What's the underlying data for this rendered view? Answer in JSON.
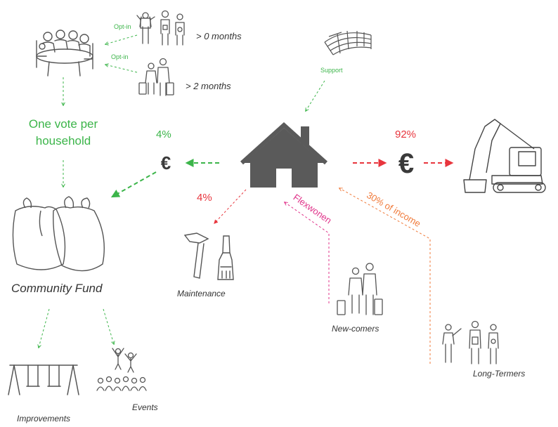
{
  "labels": {
    "opt_in_1": "Opt-in",
    "opt_in_2": "Opt-in",
    "months_0": "> 0 months",
    "months_2": "> 2 months",
    "support": "Support",
    "vote_line1": "One vote per",
    "vote_line2": "household",
    "pct_fund": "4%",
    "pct_maintenance": "4%",
    "pct_loan": "92%",
    "flexwonen": "Flexwonen",
    "income": "30% of income",
    "community_fund": "Community Fund",
    "maintenance": "Maintenance",
    "new_comers": "New-comers",
    "long_termers": "Long-Termers",
    "improvements": "Improvements",
    "events": "Events",
    "euro": "€"
  },
  "colors": {
    "green": "#3cb54a",
    "red": "#e8353d",
    "orange": "#f07a3a",
    "magenta": "#e0338a",
    "house": "#5a5a5a",
    "line_art": "#555555",
    "text_dark": "#333333"
  }
}
